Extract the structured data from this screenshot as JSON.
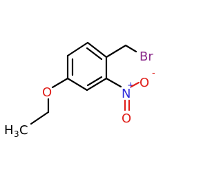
{
  "molecule": {
    "atom_labels": {
      "bromine": "Br",
      "oxygen_ether": "O",
      "nitrogen": "N",
      "nitro_plus": "+",
      "oxygen_top": "O",
      "oxygen_minus": "-",
      "oxygen_double": "O",
      "methyl_h": "H",
      "methyl_sub": "3",
      "methyl_c": "C"
    },
    "colors": {
      "bond": "#000000",
      "bromine": "#8B2A8B",
      "oxygen": "#E0201B",
      "nitrogen": "#2D2BDB",
      "carbon": "#000000"
    }
  }
}
